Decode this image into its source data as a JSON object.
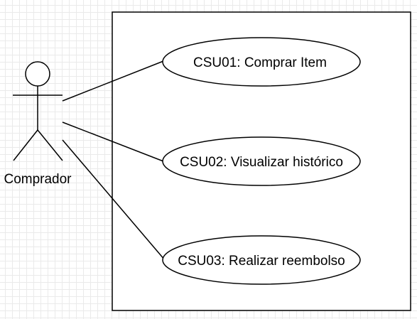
{
  "diagram": {
    "type": "use-case",
    "actor": {
      "name": "Comprador"
    },
    "use_cases": [
      {
        "label": "CSU01: Comprar Item"
      },
      {
        "label": "CSU02: Visualizar histórico"
      },
      {
        "label": "CSU03: Realizar reembolso"
      }
    ],
    "associations": [
      {
        "from": "Comprador",
        "to": "CSU01: Comprar Item"
      },
      {
        "from": "Comprador",
        "to": "CSU02: Visualizar histórico"
      },
      {
        "from": "Comprador",
        "to": "CSU03: Realizar reembolso"
      }
    ],
    "colors": {
      "stroke": "#000000",
      "fill": "#ffffff",
      "grid": "#eaeaea"
    }
  }
}
